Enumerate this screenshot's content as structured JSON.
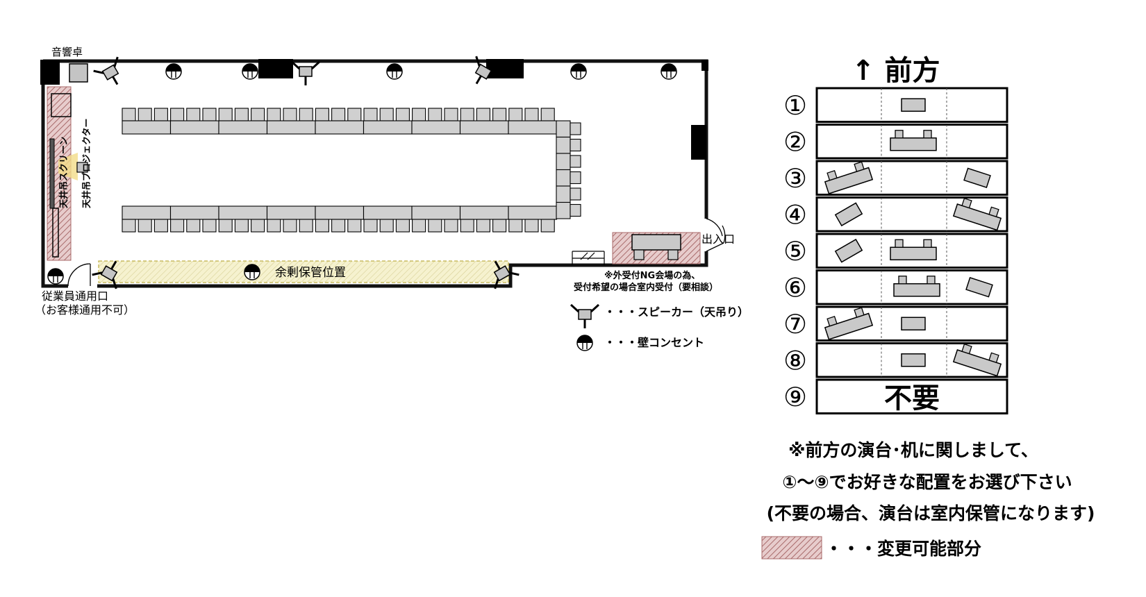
{
  "floor_plan": {
    "sound_desk_label": "音響卓",
    "screen_label": "天井吊スクリーン",
    "projector_label": "天井吊プロジェクター",
    "staff_door_label_1": "従業員通用口",
    "staff_door_label_2": "（お客様通用不可）",
    "storage_label": "余剰保管位置",
    "entrance_label": "出入口",
    "reception_note_1": "※外受付NG会場の為、",
    "reception_note_2": "受付希望の場合室内受付（要相談）",
    "colors": {
      "changeable_fill": "#d9b3b3",
      "storage_fill": "#f3efc4",
      "table_fill": "#d0d0d0",
      "wall": "#111111"
    }
  },
  "legend": {
    "speaker_label": "・・・スピーカー（天吊り）",
    "outlet_label": "・・・壁コンセント",
    "speaker_icon": "speaker-icon",
    "outlet_icon": "outlet-icon"
  },
  "options_panel": {
    "title": "↑ 前方",
    "rows": [
      {
        "num": "①"
      },
      {
        "num": "②"
      },
      {
        "num": "③"
      },
      {
        "num": "④"
      },
      {
        "num": "⑤"
      },
      {
        "num": "⑥"
      },
      {
        "num": "⑦"
      },
      {
        "num": "⑧"
      },
      {
        "num": "⑨",
        "text": "不要"
      }
    ]
  },
  "notes": {
    "line1": "※前方の演台･机に関しまして、",
    "line2": "①～⑨でお好きな配置をお選び下さい",
    "line3": "(不要の場合、演台は室内保管になります)",
    "changeable_label": "・・・変更可能部分"
  }
}
